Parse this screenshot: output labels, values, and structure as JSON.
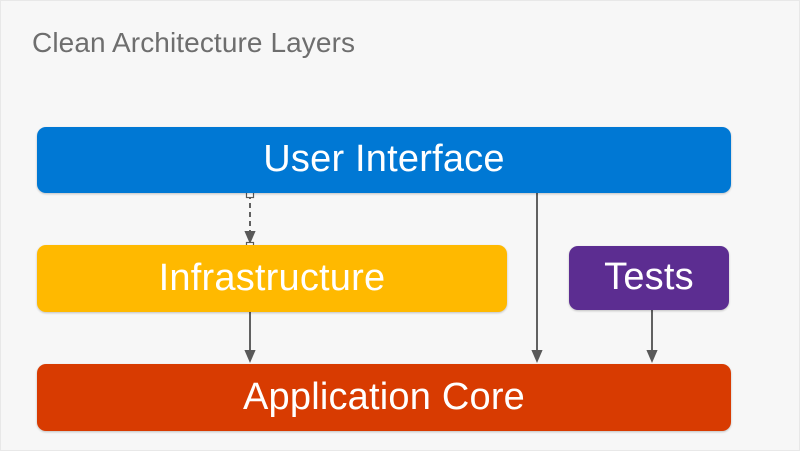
{
  "diagram": {
    "title": "Clean Architecture Layers",
    "background_color": "#f7f7f7",
    "title_color": "#6e6e6e",
    "nodes": [
      {
        "id": "user-interface",
        "label": "User Interface",
        "color": "#0078d4",
        "text_color": "#ffffff"
      },
      {
        "id": "infrastructure",
        "label": "Infrastructure",
        "color": "#ffb900",
        "text_color": "#ffffff"
      },
      {
        "id": "tests",
        "label": "Tests",
        "color": "#5c2d91",
        "text_color": "#ffffff"
      },
      {
        "id": "application-core",
        "label": "Application Core",
        "color": "#d83b01",
        "text_color": "#ffffff"
      }
    ],
    "edges": [
      {
        "id": "ui-to-infrastructure",
        "from": "user-interface",
        "to": "infrastructure",
        "style": "dashed",
        "color": "#595959"
      },
      {
        "id": "ui-to-application-core",
        "from": "user-interface",
        "to": "application-core",
        "style": "solid",
        "color": "#595959"
      },
      {
        "id": "infrastructure-to-application-core",
        "from": "infrastructure",
        "to": "application-core",
        "style": "solid",
        "color": "#595959"
      },
      {
        "id": "tests-to-application-core",
        "from": "tests",
        "to": "application-core",
        "style": "solid",
        "color": "#595959"
      }
    ]
  }
}
